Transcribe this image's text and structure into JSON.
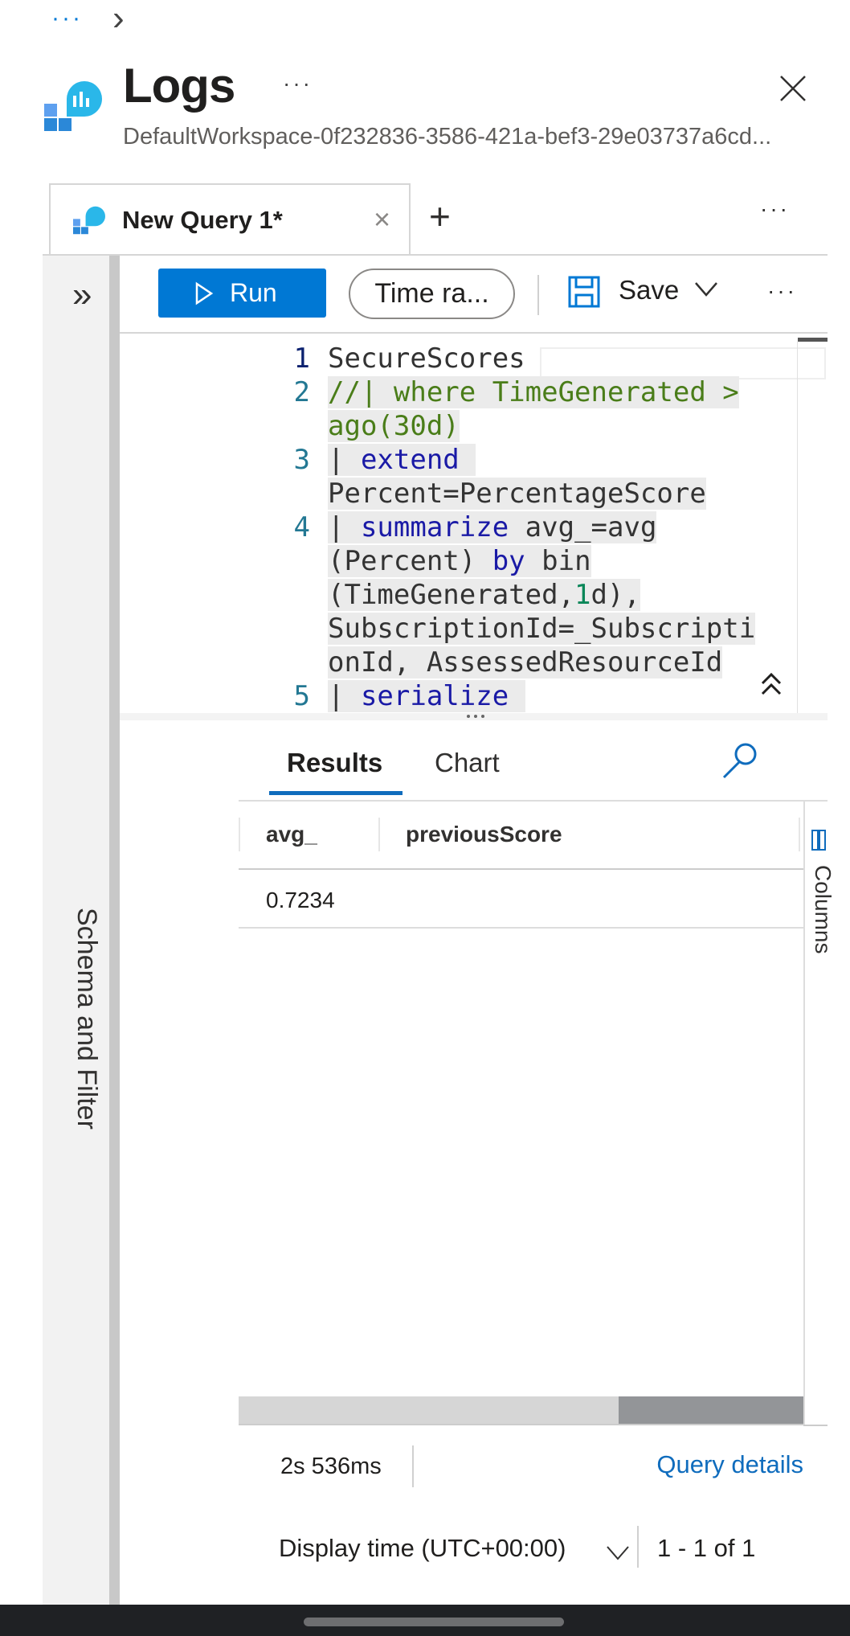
{
  "breadcrumb": {
    "ellipsis": "···",
    "chevron": "›"
  },
  "header": {
    "title": "Logs",
    "menu": "···",
    "subtitle": "DefaultWorkspace-0f232836-3586-421a-bef3-29e03737a6cd..."
  },
  "tabs": {
    "active_label": "New Query 1*",
    "close": "×",
    "add": "+",
    "more": "···"
  },
  "sidebar": {
    "expand": "»",
    "label": "Schema and Filter"
  },
  "toolbar": {
    "run_label": "Run",
    "time_range_label": "Time ra...",
    "save_label": "Save",
    "more": "···"
  },
  "editor": {
    "lines": [
      {
        "n": "1",
        "rows": [
          [
            [
              "pl",
              "SecureScores"
            ]
          ]
        ]
      },
      {
        "n": "2",
        "rows": [
          [
            [
              "cm",
              "//| where TimeGenerated >"
            ]
          ],
          [
            [
              "cm",
              "ago(30d)"
            ]
          ]
        ]
      },
      {
        "n": "3",
        "rows": [
          [
            [
              "pl",
              "| "
            ],
            [
              "kw",
              "extend"
            ],
            [
              "pl",
              " "
            ]
          ],
          [
            [
              "pl",
              "Percent=PercentageScore"
            ]
          ]
        ]
      },
      {
        "n": "4",
        "rows": [
          [
            [
              "pl",
              "| "
            ],
            [
              "kw",
              "summarize"
            ],
            [
              "pl",
              " avg_=avg"
            ]
          ],
          [
            [
              "pl",
              "(Percent) "
            ],
            [
              "kw",
              "by"
            ],
            [
              "pl",
              " bin"
            ]
          ],
          [
            [
              "pl",
              "(TimeGenerated,"
            ],
            [
              "num",
              "1"
            ],
            [
              "pl",
              "d),"
            ]
          ],
          [
            [
              "pl",
              "SubscriptionId=_Subscripti"
            ]
          ],
          [
            [
              "pl",
              "onId, AssessedResourceId"
            ]
          ]
        ]
      },
      {
        "n": "5",
        "rows": [
          [
            [
              "pl",
              "| "
            ],
            [
              "kw",
              "serialize"
            ],
            [
              "pl",
              " "
            ]
          ]
        ]
      }
    ]
  },
  "results": {
    "tabs": [
      "Results",
      "Chart"
    ],
    "active_tab": "Results",
    "columns": [
      "avg_",
      "previousScore"
    ],
    "rows": [
      [
        "0.7234",
        ""
      ]
    ],
    "columns_panel": "Columns",
    "hscroll_position_pct": 68
  },
  "footer": {
    "duration": "2s 536ms",
    "query_details": "Query details",
    "display_time": "Display time (UTC+00:00)",
    "paging": "1 - 1 of 1"
  },
  "colors": {
    "accent": "#0078d4",
    "link": "#0f6cbd"
  }
}
